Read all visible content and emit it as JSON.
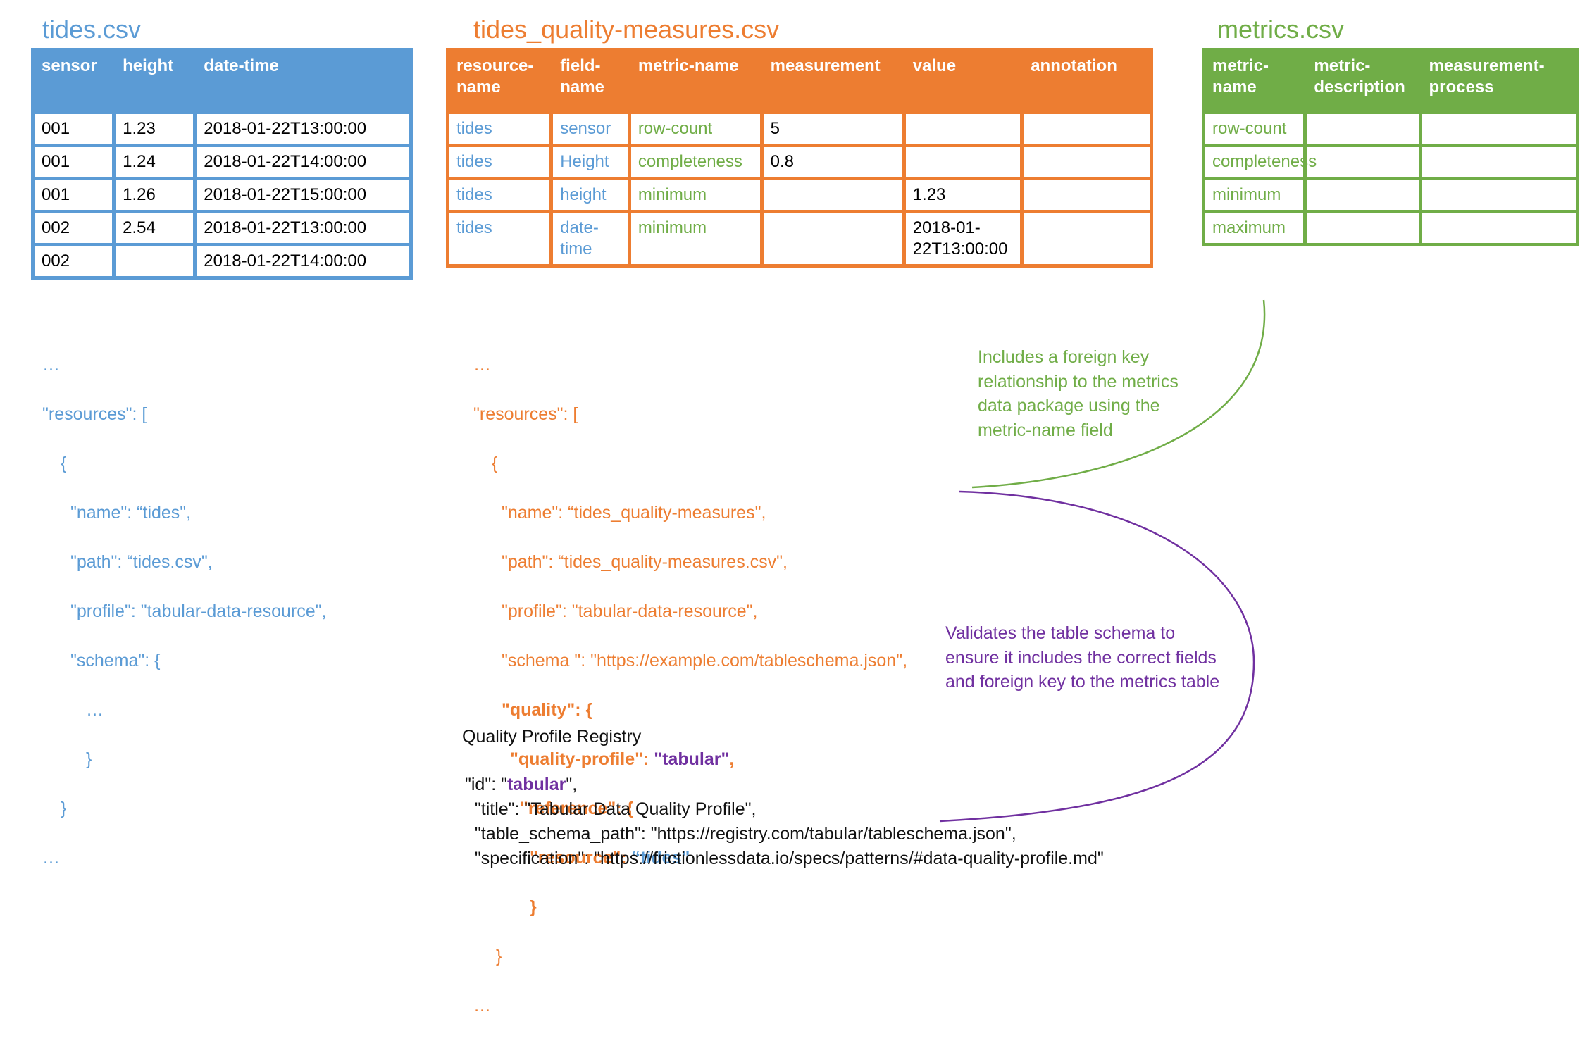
{
  "tides": {
    "title": "tides.csv",
    "headers": [
      "sensor",
      "height",
      "date-time"
    ],
    "rows": [
      [
        "001",
        "1.23",
        "2018-01-22T13:00:00"
      ],
      [
        "001",
        "1.24",
        "2018-01-22T14:00:00"
      ],
      [
        "001",
        "1.26",
        "2018-01-22T15:00:00"
      ],
      [
        "002",
        "2.54",
        "2018-01-22T13:00:00"
      ],
      [
        "002",
        "",
        "2018-01-22T14:00:00"
      ]
    ]
  },
  "quality": {
    "title": "tides_quality-measures.csv",
    "headers": [
      "resource-name",
      "field-name",
      "metric-name",
      "measurement",
      "value",
      "annotation"
    ],
    "rows": [
      [
        "tides",
        "sensor",
        "row-count",
        "5",
        "",
        ""
      ],
      [
        "tides",
        "Height",
        "completeness",
        "0.8",
        "",
        ""
      ],
      [
        "tides",
        "height",
        "minimum",
        "",
        "1.23",
        ""
      ],
      [
        "tides",
        "date-time",
        "minimum",
        "",
        "2018-01-22T13:00:00",
        ""
      ]
    ]
  },
  "metrics": {
    "title": "metrics.csv",
    "headers": [
      "metric-name",
      "metric-description",
      "measurement-process"
    ],
    "rows": [
      [
        "row-count",
        "",
        ""
      ],
      [
        "completeness",
        "",
        ""
      ],
      [
        "minimum",
        "",
        ""
      ],
      [
        "maximum",
        "",
        ""
      ]
    ]
  },
  "tides_json": {
    "ellipsis_top": "…",
    "resources": "\"resources\": [",
    "open_brace": "{",
    "name": "\"name\": “tides\",",
    "path": "\"path\": “tides.csv\",",
    "profile": "\"profile\": \"tabular-data-resource\",",
    "schema": "\"schema\": {",
    "schema_ellipsis": "…",
    "schema_close": "}",
    "close_brace": "}",
    "ellipsis_bottom": "…"
  },
  "quality_json": {
    "ellipsis_top": "…",
    "resources": "\"resources\": [",
    "open_brace": "{",
    "name": "\"name\": “tides_quality-measures\",",
    "path": "\"path\": “tides_quality-measures.csv\",",
    "profile": "\"profile\": \"tabular-data-resource\",",
    "schema": "\"schema \": \"https://example.com/tableschema.json\",",
    "quality": "\"quality\": {",
    "qp_key": "\"quality-profile\": ",
    "qp_val": "\"tabular\"",
    "qp_comma": ",",
    "reference": "\"reference\": {",
    "resource_key": "\"resource\": ",
    "resource_val": "“tides\"",
    "inner_close": "}",
    "close_brace": "}",
    "ellipsis_bottom": "…"
  },
  "notes": {
    "foreign_key": [
      "Includes a foreign key",
      "relationship to the metrics",
      "data package using the",
      "metric-name field"
    ],
    "validates": [
      "Validates the table schema to",
      "ensure it includes the correct fields",
      "and foreign key to the metrics table"
    ]
  },
  "registry": {
    "title": "Quality Profile Registry",
    "id_key": "\"id\": \"",
    "id_val": "tabular",
    "id_end": "\",",
    "title_line": "  \"title\": \"Tabular Data Quality Profile\",",
    "path_line": "  \"table_schema_path\": \"https://registry.com/tabular/tableschema.json\",",
    "spec_line": "  \"specification\": \"https://frictionlessdata.io/specs/patterns/#data-quality-profile.md\""
  },
  "colors": {
    "blue": "#5b9bd5",
    "orange": "#ed7d31",
    "green": "#70ad47",
    "purple": "#7030a0"
  }
}
